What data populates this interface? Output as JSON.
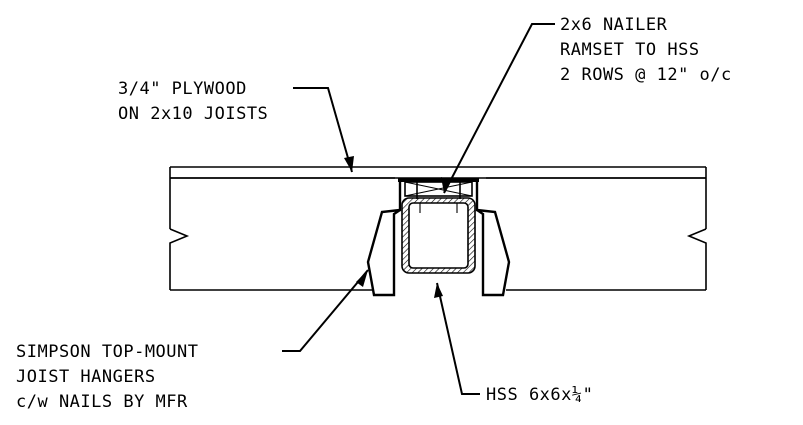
{
  "labels": {
    "nailer": [
      "2x6 NAILER",
      "RAMSET TO HSS",
      "2 ROWS @ 12\" o/c"
    ],
    "plywood": [
      "3/4\" PLYWOOD",
      "ON 2x10 JOISTS"
    ],
    "hangers": [
      "SIMPSON TOP-MOUNT",
      "JOIST HANGERS",
      "c/w NAILS BY MFR"
    ],
    "hss": "HSS 6x6x¼\""
  }
}
